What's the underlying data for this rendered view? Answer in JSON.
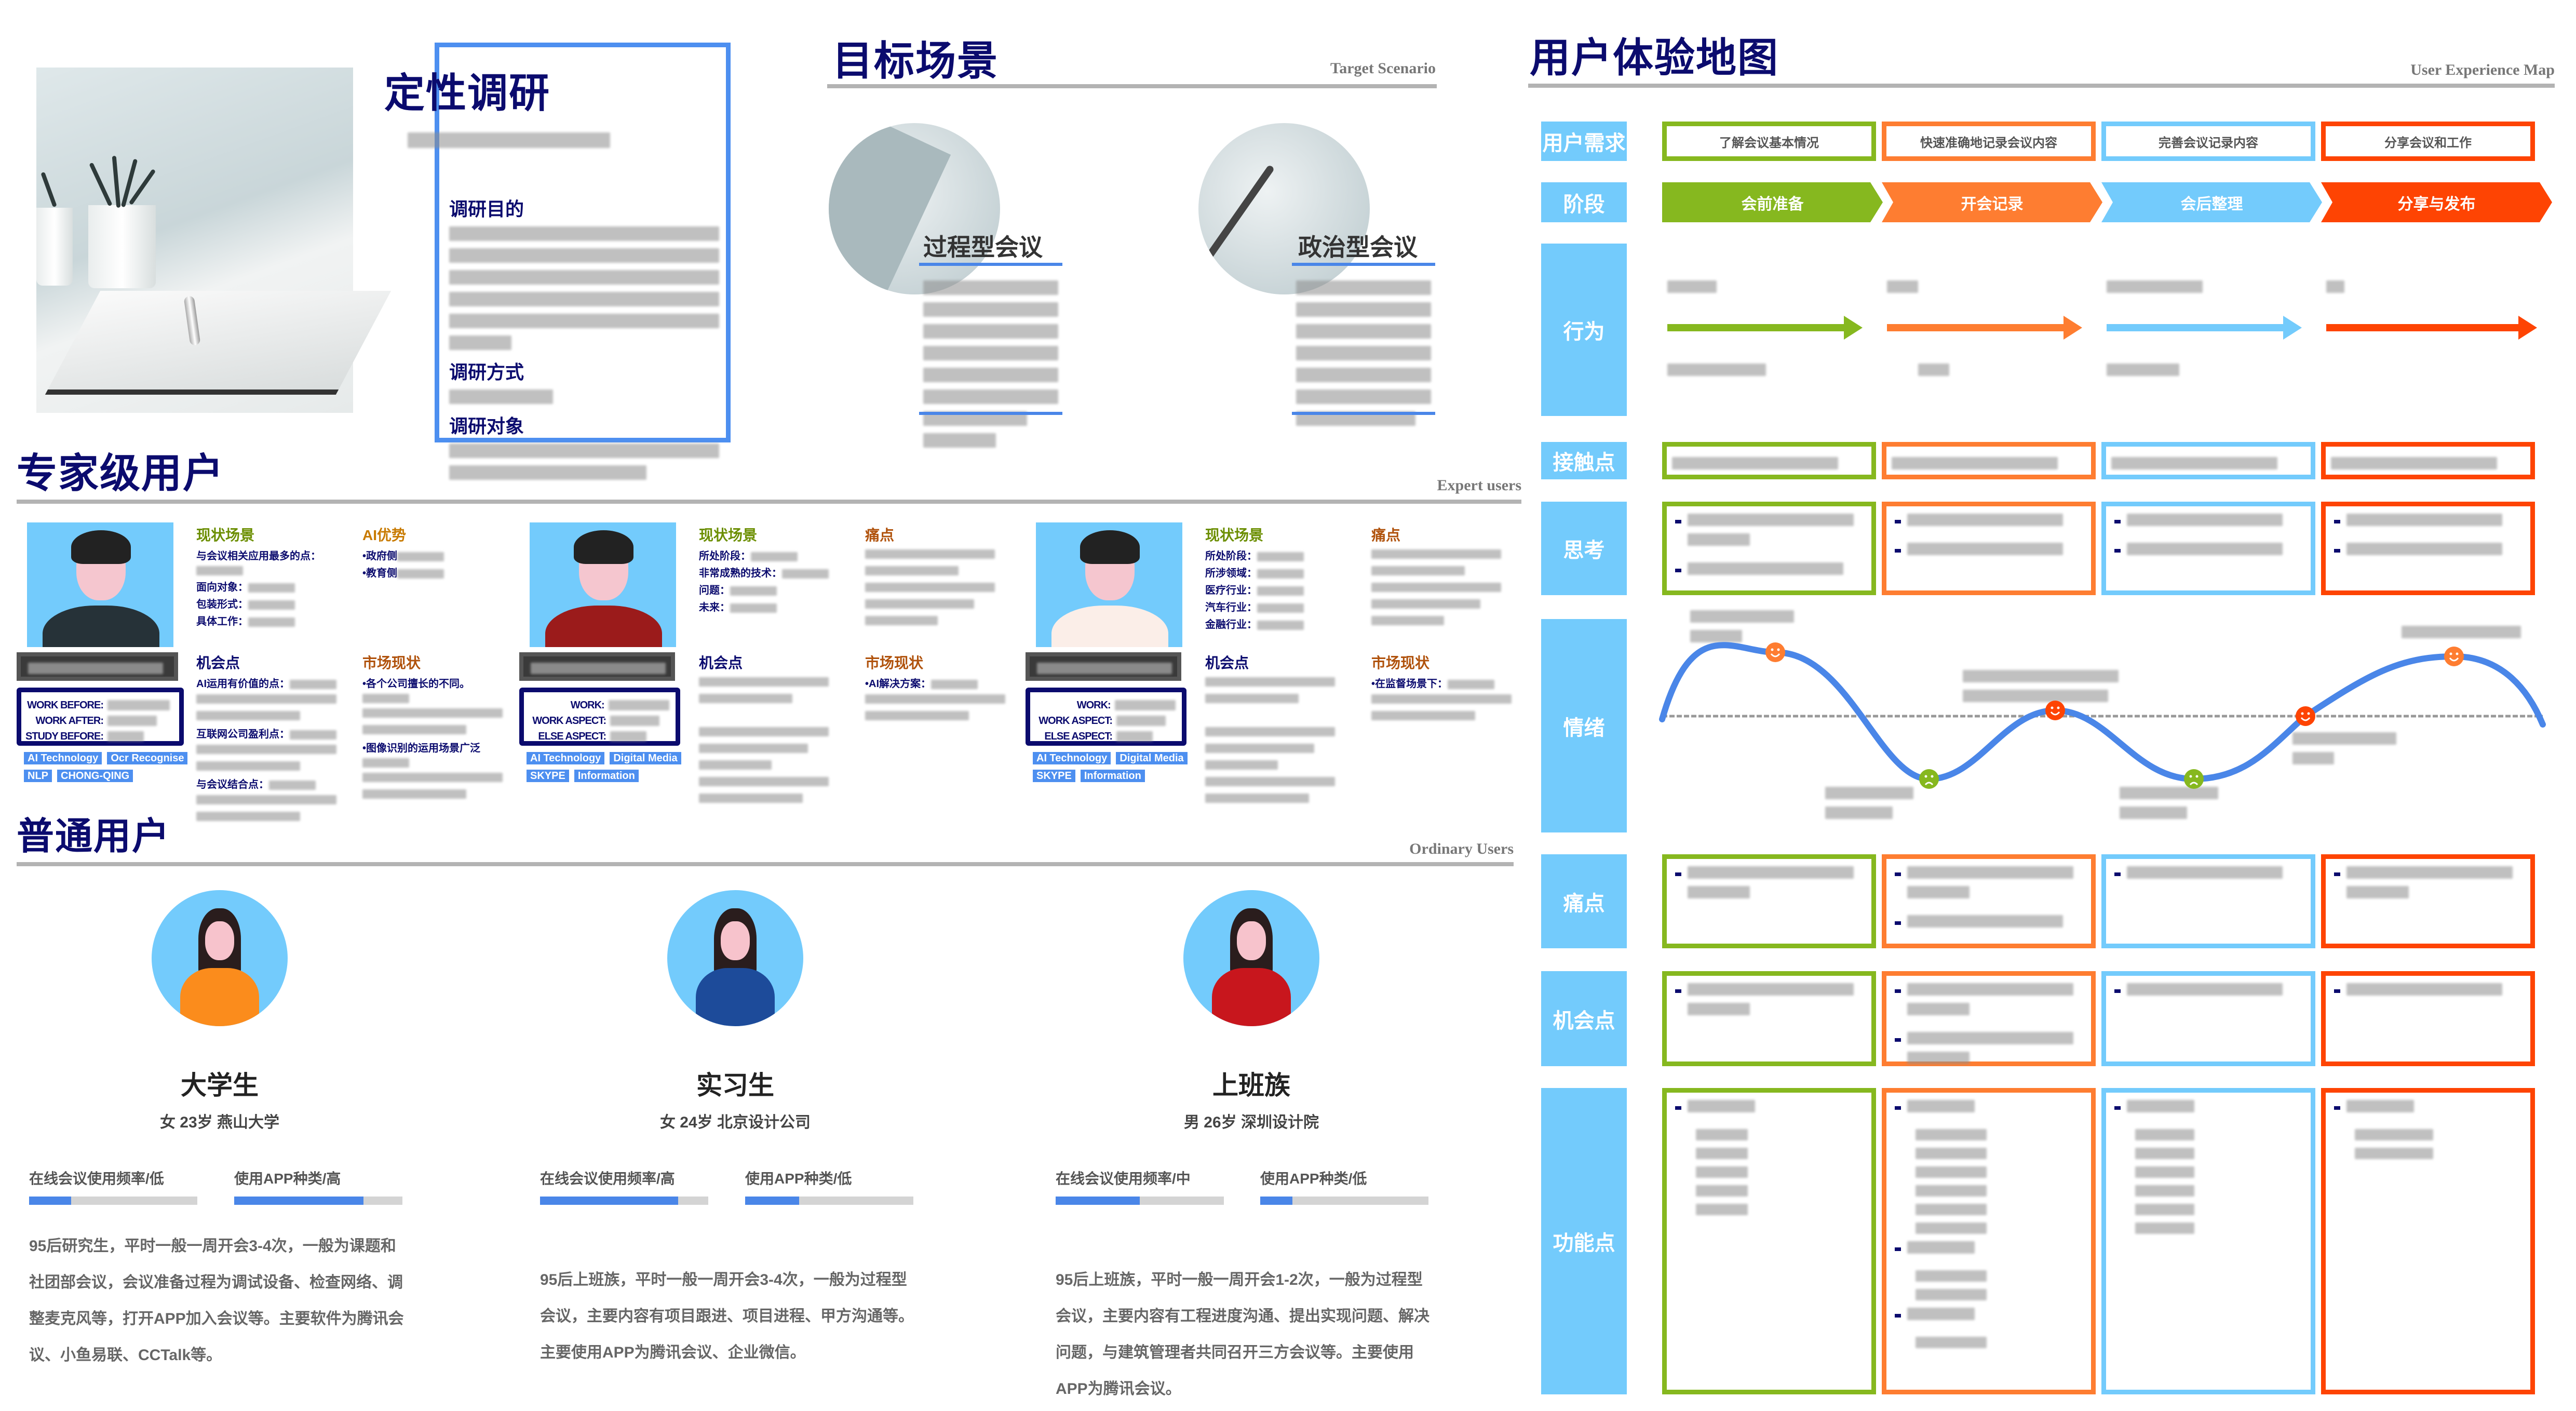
{
  "qualitative": {
    "title": "定性调研",
    "sections": [
      {
        "heading": "调研目的",
        "lines": 6
      },
      {
        "heading": "调研方式",
        "lines": 1
      },
      {
        "heading": "调研对象",
        "lines": 2
      }
    ]
  },
  "scenario": {
    "title": "目标场景",
    "subtitle_en": "Target Scenario",
    "cards": [
      {
        "title": "过程型会议"
      },
      {
        "title": "政治型会议"
      }
    ]
  },
  "experts": {
    "title": "专家级用户",
    "subtitle_en": "Expert users",
    "personas": [
      {
        "work_rows": [
          "WORK BEFORE:",
          "WORK AFTER:",
          "STUDY BEFORE:"
        ],
        "tags": [
          "AI Technology",
          "Ocr Recognise",
          "NLP",
          "CHONG-QING"
        ],
        "col1": {
          "heading": "现状场景",
          "items": [
            "与会议相关应用最多的点：",
            "面向对象：",
            "包装形式：",
            "具体工作："
          ]
        },
        "col2": {
          "heading": "AI优势",
          "items": [
            "•政府侧",
            "•教育侧"
          ]
        },
        "col3": {
          "heading": "机会点",
          "items": [
            "AI运用有价值的点：",
            "互联网公司盈利点：",
            "与会议结合点："
          ]
        },
        "col4": {
          "heading": "市场现状",
          "items": [
            "•各个公司擅长的不同。",
            "•图像识别的运用场景广泛"
          ]
        }
      },
      {
        "work_rows": [
          "WORK:",
          "WORK ASPECT:",
          "ELSE ASPECT:"
        ],
        "tags": [
          "AI Technology",
          "Digital Media",
          "SKYPE",
          "Information"
        ],
        "col1": {
          "heading": "现状场景",
          "items": [
            "所处阶段：",
            "非常成熟的技术：",
            "问题：",
            "未来："
          ]
        },
        "col2": {
          "heading": "痛点",
          "items": []
        },
        "col3": {
          "heading": "机会点",
          "items": []
        },
        "col4": {
          "heading": "市场现状",
          "items": [
            "•AI解决方案："
          ]
        }
      },
      {
        "work_rows": [
          "WORK:",
          "WORK ASPECT:",
          "ELSE ASPECT:"
        ],
        "tags": [
          "AI Technology",
          "Digital Media",
          "SKYPE",
          "Information"
        ],
        "col1": {
          "heading": "现状场景",
          "items": [
            "所处阶段：",
            "所涉领域：",
            "医疗行业：",
            "汽车行业：",
            "金融行业："
          ]
        },
        "col2": {
          "heading": "痛点",
          "items": []
        },
        "col3": {
          "heading": "机会点",
          "items": []
        },
        "col4": {
          "heading": "市场现状",
          "items": [
            "•在监督场景下："
          ]
        }
      }
    ]
  },
  "ordinary": {
    "title": "普通用户",
    "subtitle_en": "Ordinary Users",
    "users": [
      {
        "name": "大学生",
        "info": "女 23岁 燕山大学",
        "metrics": [
          {
            "label": "在线会议使用频率/低",
            "percent": 25
          },
          {
            "label": "使用APP种类/高",
            "percent": 77
          }
        ],
        "description": "95后研究生，平时一般一周开会3-4次，一般为课题和社团部会议，会议准备过程为调试设备、检查网络、调整麦克风等，打开APP加入会议等。主要软件为腾讯会议、小鱼易联、CCTalk等。"
      },
      {
        "name": "实习生",
        "info": "女 24岁 北京设计公司",
        "metrics": [
          {
            "label": "在线会议使用频率/高",
            "percent": 82
          },
          {
            "label": "使用APP种类/低",
            "percent": 32
          }
        ],
        "description": "95后上班族，平时一般一周开会3-4次，一般为过程型会议，主要内容有项目跟进、项目进程、甲方沟通等。主要使用APP为腾讯会议、企业微信。"
      },
      {
        "name": "上班族",
        "info": "男 26岁 深圳设计院",
        "metrics": [
          {
            "label": "在线会议使用频率/中",
            "percent": 50
          },
          {
            "label": "使用APP种类/低",
            "percent": 19
          }
        ],
        "description": "95后上班族，平时一般一周开会1-2次，一般为过程型会议，主要内容有工程进度沟通、提出实现问题、解决问题，与建筑管理者共同召开三方会议等。主要使用APP为腾讯会议。"
      }
    ]
  },
  "journey": {
    "title": "用户体验地图",
    "subtitle_en": "User Experience Map",
    "colors": [
      "#86b81f",
      "#fe7d31",
      "#73cbfc",
      "#fe4403"
    ],
    "row_labels": {
      "needs": "用户需求",
      "stage": "阶段",
      "behavior": "行为",
      "touch": "接触点",
      "think": "思考",
      "emotion": "情绪",
      "pain": "痛点",
      "opportunity": "机会点",
      "feature": "功能点"
    },
    "needs": [
      "了解会议基本情况",
      "快速准确地记录会议内容",
      "完善会议记录内容",
      "分享会议和工作"
    ],
    "stages": [
      "会前准备",
      "开会记录",
      "会后整理",
      "分享与发布"
    ],
    "emotion_faces": [
      "happy",
      "sad",
      "happy",
      "sad",
      "happy",
      "happy"
    ]
  }
}
